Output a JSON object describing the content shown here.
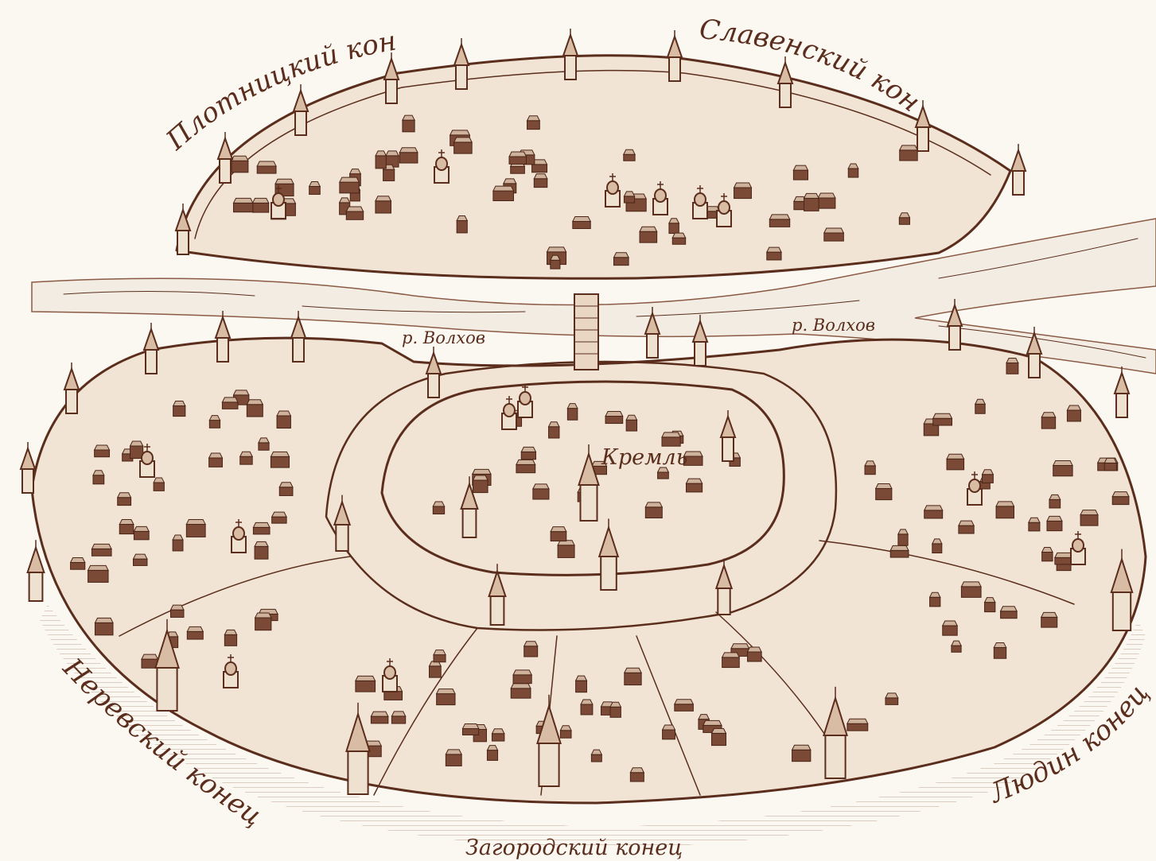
{
  "labels": {
    "plotnitsky": "Плотницкий конец",
    "slavensky": "Славенский конец",
    "volkhov_left": "р. Волхов",
    "volkhov_right": "р. Волхов",
    "kreml": "Кремль",
    "nerevsky": "Неревский конец",
    "zagorodsky": "Загородский конец",
    "lyudin": "Людин конец"
  },
  "colors": {
    "ink": "#5a2d1c",
    "paper": "#fbf7f1",
    "river": "#f3ece2"
  }
}
